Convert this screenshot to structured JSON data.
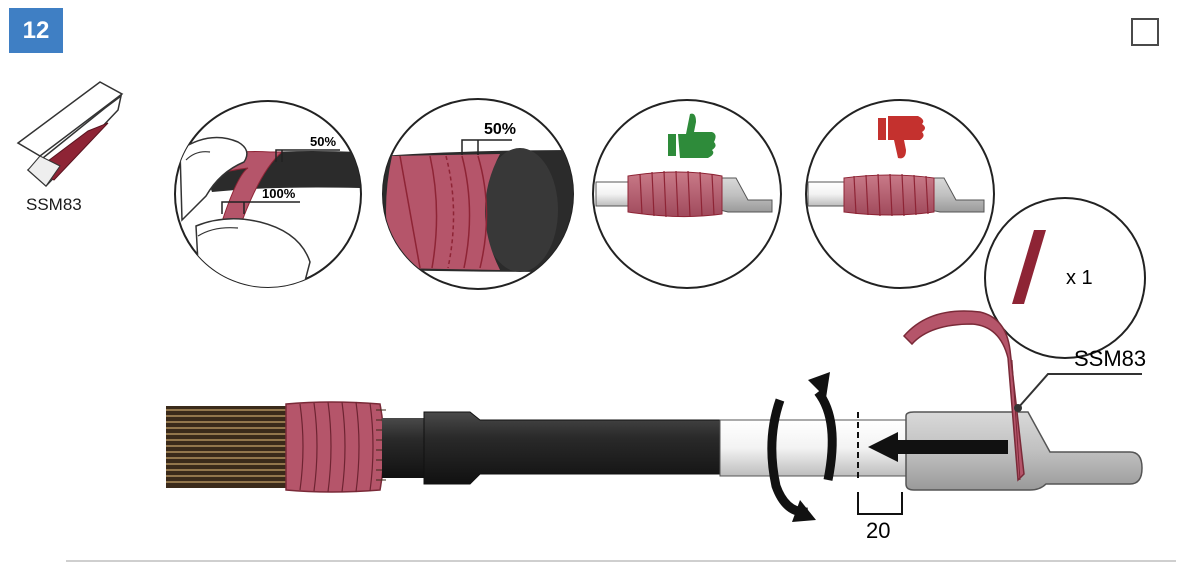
{
  "step": {
    "number": "12"
  },
  "tape_product": {
    "name": "SSM83"
  },
  "overlap_panel": {
    "half_label": "50%",
    "full_label": "100%"
  },
  "wrap_panel": {
    "overlap_label": "50%"
  },
  "good_example": {
    "icon": "thumbs-up-icon",
    "color": "#2e8b3a"
  },
  "bad_example": {
    "icon": "thumbs-down-icon",
    "color": "#c4312e"
  },
  "quantity_panel": {
    "label": "x 1"
  },
  "main_diagram": {
    "tape_callout": "SSM83",
    "dimension_label": "20"
  },
  "colors": {
    "tape": "#b5556a",
    "tape_dark": "#8e2435",
    "cable": "#2b2b2b",
    "lug": "#bdbdbd"
  }
}
